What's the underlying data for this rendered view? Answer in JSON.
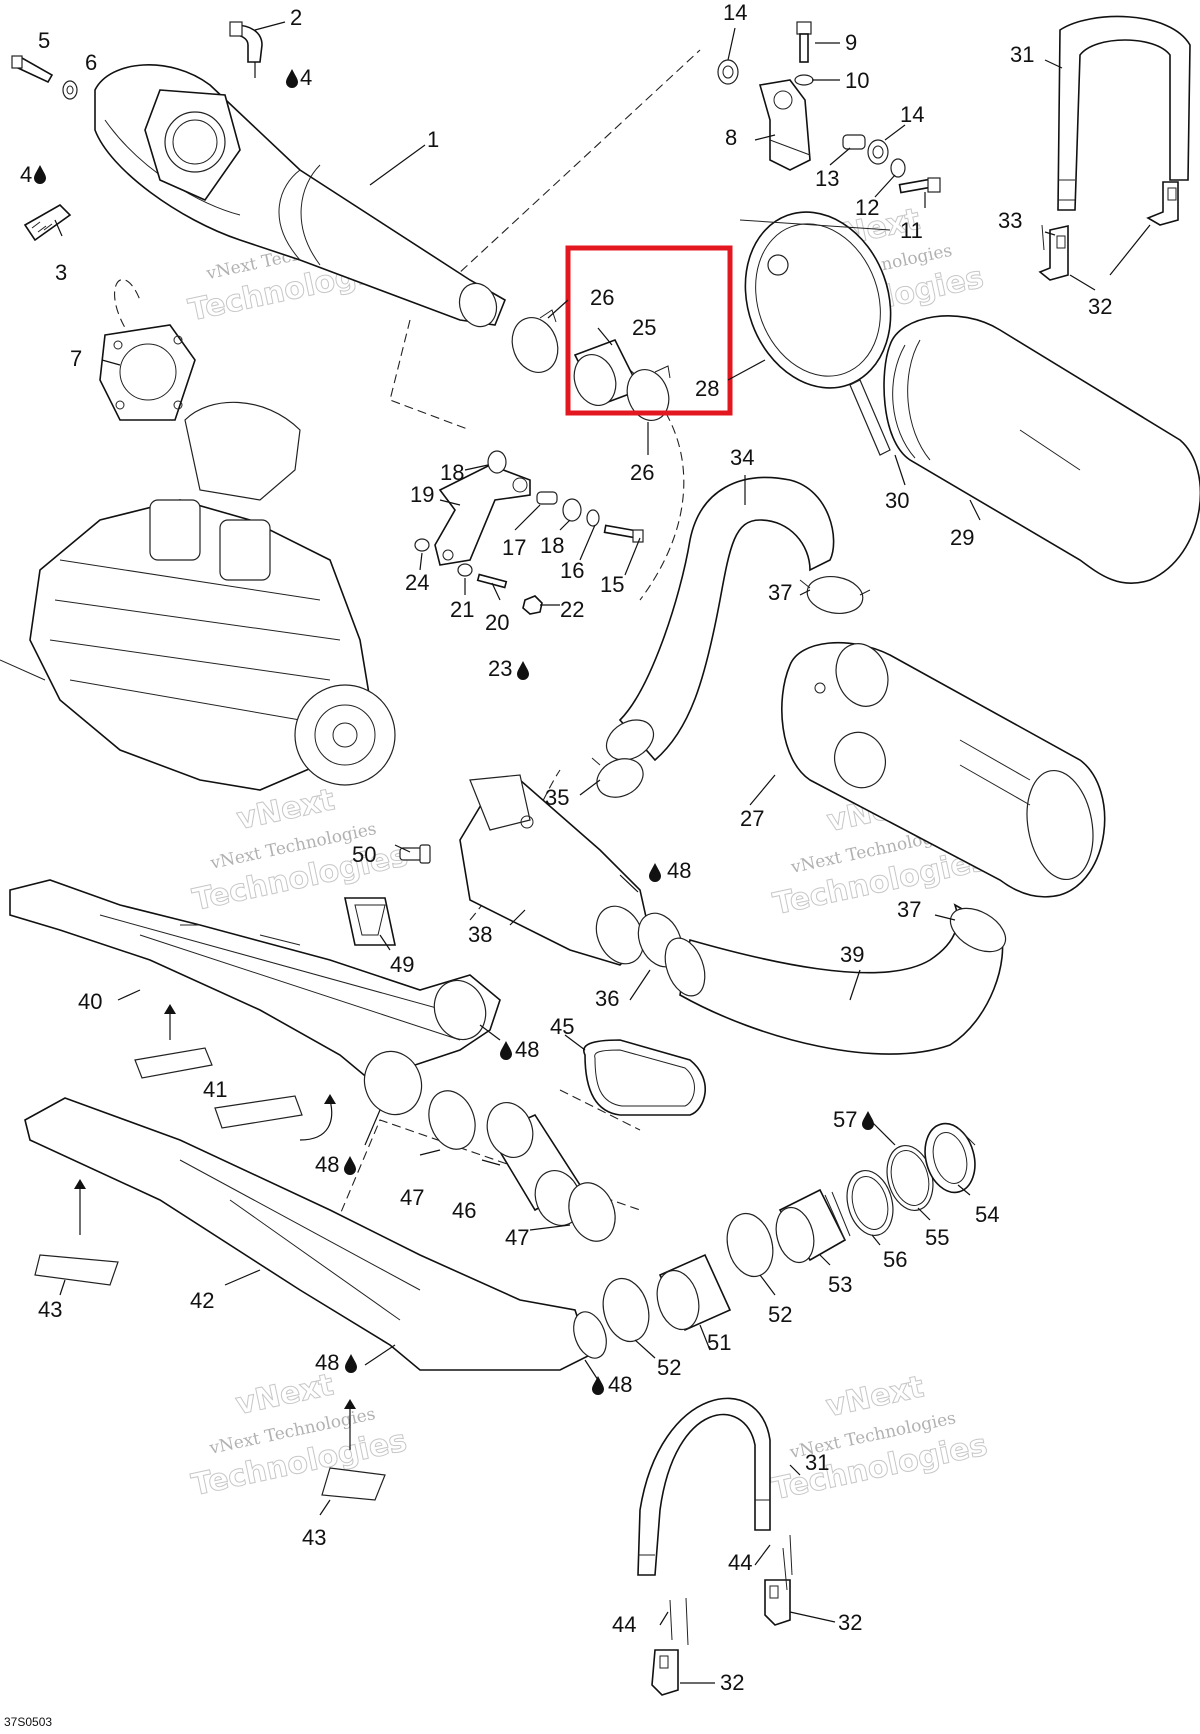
{
  "diagram": {
    "drawing_code": "37S0503",
    "watermark": {
      "line1": "vNext",
      "line2": "vNext Technologies",
      "line3": "Technologies"
    },
    "callouts": {
      "c1": "1",
      "c2": "2",
      "c3": "3",
      "c4a": "4",
      "c4b": "4",
      "c5": "5",
      "c6": "6",
      "c7": "7",
      "c8": "8",
      "c9": "9",
      "c10": "10",
      "c11": "11",
      "c12": "12",
      "c13": "13",
      "c14a": "14",
      "c14b": "14",
      "c15": "15",
      "c16": "16",
      "c17": "17",
      "c18a": "18",
      "c18b": "18",
      "c19": "19",
      "c20": "20",
      "c21": "21",
      "c22": "22",
      "c23": "23",
      "c24": "24",
      "c25": "25",
      "c26a": "26",
      "c26b": "26",
      "c27": "27",
      "c28": "28",
      "c29": "29",
      "c30": "30",
      "c31a": "31",
      "c31b": "31",
      "c32a": "32",
      "c32b": "32",
      "c32c": "32",
      "c33": "33",
      "c34": "34",
      "c35": "35",
      "c36": "36",
      "c37a": "37",
      "c37b": "37",
      "c38": "38",
      "c39": "39",
      "c40": "40",
      "c41": "41",
      "c42": "42",
      "c43a": "43",
      "c43b": "43",
      "c44a": "44",
      "c44b": "44",
      "c45": "45",
      "c46": "46",
      "c47a": "47",
      "c47b": "47",
      "c48a": "48",
      "c48b": "48",
      "c48c": "48",
      "c48d": "48",
      "c48e": "48",
      "c49": "49",
      "c50": "50",
      "c51": "51",
      "c52a": "52",
      "c52b": "52",
      "c53": "53",
      "c54": "54",
      "c55": "55",
      "c56": "56",
      "c57": "57"
    },
    "highlight_color": "#e3171f",
    "line_color": "#111111"
  }
}
